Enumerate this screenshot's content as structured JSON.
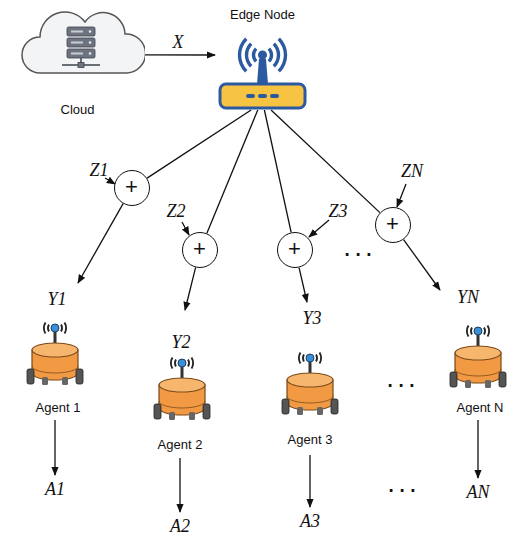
{
  "diagram": {
    "nodes": [
      {
        "text": [
          "Cloud"
        ]
      },
      {
        "text": [
          "Edge Node"
        ]
      },
      {
        "text": [
          "+"
        ]
      },
      {
        "text": [
          "+"
        ]
      },
      {
        "text": [
          "+"
        ]
      },
      {
        "text": [
          "+"
        ]
      },
      {
        "text": [
          "Agent 1"
        ]
      },
      {
        "text": [
          "Agent 2"
        ]
      },
      {
        "text": [
          "Agent 3"
        ]
      },
      {
        "text": [
          "Agent N"
        ]
      }
    ],
    "edges": [
      {
        "from": 0,
        "to": 1,
        "arrow": "to",
        "label": "X"
      },
      {
        "from": 1,
        "to": 2,
        "arrow": "none"
      },
      {
        "from": 1,
        "to": 3,
        "arrow": "none"
      },
      {
        "from": 1,
        "to": 4,
        "arrow": "none"
      },
      {
        "from": 1,
        "to": 5,
        "arrow": "none"
      },
      {
        "from": 2,
        "to": 6,
        "arrow": "to",
        "label": "Y1"
      },
      {
        "from": 3,
        "to": 7,
        "arrow": "to",
        "label": "Y2"
      },
      {
        "from": 4,
        "to": 8,
        "arrow": "to",
        "label": "Y3"
      },
      {
        "from": 5,
        "to": 9,
        "arrow": "to",
        "label": "YN"
      }
    ],
    "labels": [
      "Z1",
      "Z2",
      "Z3",
      "ZN",
      "A1",
      "A2",
      "A3",
      "AN",
      "· · ·",
      "· · ·",
      "· · ·"
    ]
  }
}
